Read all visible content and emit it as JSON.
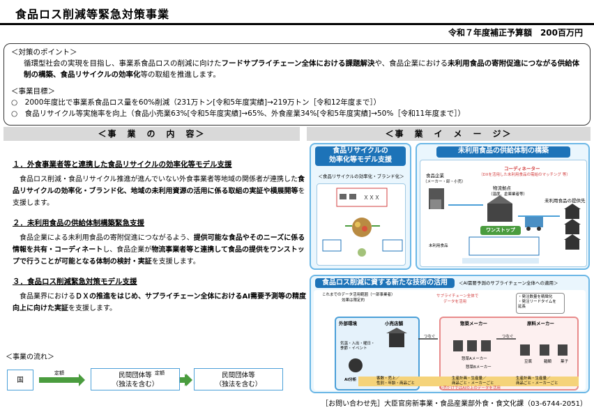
{
  "header": {
    "title": "食品ロス削減等緊急対策事業",
    "budget": "令和７年度補正予算額　200百万円"
  },
  "points": {
    "heading": "＜対策のポイント＞",
    "body_1": "循環型社会の実現を目指し、事業系食品ロスの削減に向けた",
    "body_2": "フードサプライチェーン全体における課題解決",
    "body_3": "や、食品企業における",
    "body_4": "未利用食品の寄附促進につながる供給体制の構築、食品リサイクルの効率化",
    "body_5": "等の取組を推進します。",
    "goal_heading": "＜事業目標＞",
    "goal_1": "○　2000年度比で事業系食品ロス量を60%削減（231万トン[令和5年度実績]→219万トン［令和12年度まで］）",
    "goal_2": "○　食品リサイクル等実施率を向上（食品小売業63%[令和5年度実績]→65%、外食産業34%[令和5年度実績]→50%［令和11年度まで］）"
  },
  "sections": {
    "content_header": "＜事　業　の　内　容＞",
    "image_header": "＜事　業　イ　メ　ー　ジ＞"
  },
  "items": [
    {
      "title": "１．外食事業者等と連携した食品リサイクルの効率化等モデル支援",
      "text_a": "食品ロス削減・食品リサイクル推進が進んでいない外食事業者等地域の関係者が連携した",
      "text_b": "食品リサイクルの効率化・ブランド化、地域の未利用資源の活用に係る取組の実証や横展開等",
      "text_c": "を支援します。"
    },
    {
      "title": "２．未利用食品の供給体制構築緊急支援",
      "text_a": "食品企業による未利用食品の寄附促進につながるよう、",
      "text_b": "提供可能な食品やそのニーズに係る情報を共有・コーディネート",
      "text_c": "し、食品企業が",
      "text_d": "物流事業者等と連携して食品の提供をワンストップで行うことが可能となる体制の検討・実証",
      "text_e": "を支援します。"
    },
    {
      "title": "３．食品ロス削減緊急対策モデル支援",
      "text_a": "食品業界における",
      "text_b": "ＤＸの推進をはじめ、サプライチェーン全体におけるAI需要予測等の精度向上に向けた実証",
      "text_c": "を支援します。"
    }
  ],
  "flow": {
    "label": "＜事業の流れ＞",
    "country": "国",
    "arrow_1": "定額",
    "arrow_2": "定額",
    "box_1_line1": "民間団体等",
    "box_1_line2": "（独法を含む）",
    "box_2_line1": "民間団体等",
    "box_2_line2": "（独法を含む）"
  },
  "image": {
    "recycle_title_1": "食品リサイクルの",
    "recycle_title_2": "効率化等モデル支援",
    "recycle_sub": "＜食品リサイクルの効率化・ブランド化＞",
    "supply_title": "未利用食品の供給体制の構築",
    "coordinator": "コーディネーター",
    "coordinator_sub": "（DXを活用した未利用食品の需給のマッチング 等）",
    "food_company": "食品企業",
    "food_company_sub": "（メーカー・卸・小売）",
    "logistics": "物流拠点",
    "logistics_sub": "（温度、倉庫業者等）",
    "one_stop": "ワンストップ",
    "provider": "未利用食品の提供先",
    "unused_food": "未利用食品",
    "tech_title": "食品ロス削減に資する新たな技術の活用",
    "tech_sub": "＜AI需要予測のサプライチェーン全体への適用＞",
    "external": "外部環境",
    "retail": "小売店舗",
    "delicatessen": "惣菜メーカー",
    "raw_maker": "原料メーカー",
    "ai_analysis": "AI分析",
    "connect_1": "つなぐ",
    "connect_2": "つなぐ",
    "data_range": "これまでのデータ活用範囲（一部事業者）",
    "data_range_2": "効果は限定的",
    "supply_all": "サプライチェーン全体で",
    "supply_all_2": "データを活用",
    "order_1": "・発注数量を精緻化",
    "order_2": "・発注リードタイムを",
    "order_3": "延長",
    "weather": "気温・入出・曜日・",
    "weather_2": "季節・イベント",
    "customer": "客数・売上／",
    "customer_2": "性別・年齢・商品ごと",
    "plan_1": "生産計画・生産量／",
    "plan_1b": "商品ごと・メーカーごと",
    "plan_2": "生産計画・生産量／",
    "plan_2b": "商品ごと・メーカーごと",
    "data_note": "小売だけではAIの上のデータを活用",
    "tofu": "豆腐",
    "noodle": "麺類",
    "sauce": "菓子",
    "sauce_maker": "惣菜Bメーカー",
    "sauce_maker_a": "惣菜Aメーカー"
  },
  "contact": "［お問い合わせ先］大臣官房新事業・食品産業部外食・食文化課（03-6744-2051）",
  "colors": {
    "accent_blue": "#1d73b8",
    "panel_border": "#6bb7e6",
    "green": "#4a9c3e",
    "red": "#d23c3c"
  }
}
